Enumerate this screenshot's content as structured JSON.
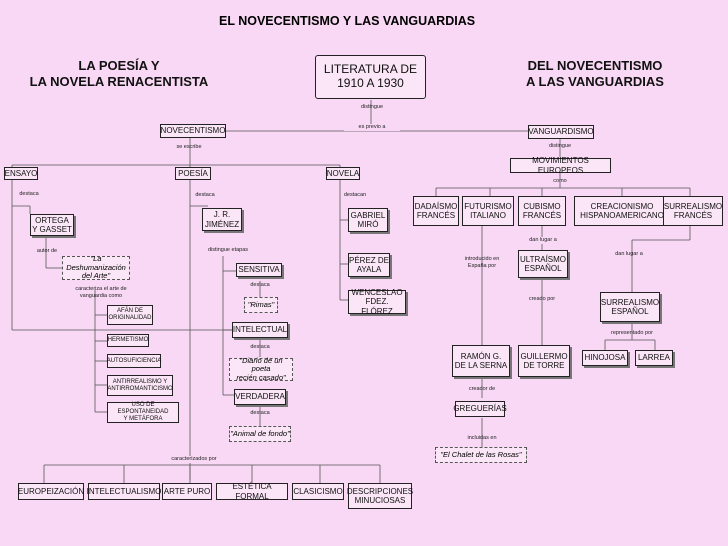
{
  "title": "EL NOVECENTISMO Y LAS VANGUARDIAS",
  "headings": {
    "left": "LA POESÍA Y\nLA NOVELA RENACENTISTA",
    "center": "LITERATURA DE\n1910 A 1930",
    "right": "DEL NOVECENTISMO\nA  LAS VANGUARDIAS"
  },
  "labels": {
    "distingue_top": "distingue",
    "es_previo": "es previo a",
    "se_escribe": "se escribe",
    "distingue_vang": "distingue",
    "como": "como",
    "destaca_ensayo": "destaca",
    "destaca_poesia": "destaca",
    "destacan_novela": "destacan",
    "autor_de": "autor de",
    "distingue_etapas": "distingue etapas",
    "destaca_sensitiva": "destaca",
    "caracteriza": "caracteriza el arte de\nvanguardia como",
    "destaca_intelectual": "destaca",
    "destaca_verdadera": "destaca",
    "dan_lugar_1": "dan lugar a",
    "introducido": "introducido en\nEspaña por",
    "creado_por": "creado por",
    "dan_lugar_2": "dan lugar a",
    "representado": "representado por",
    "creador_de": "creador de",
    "incluidas_en": "incluidas en",
    "caracterizados": "caracterizados por"
  },
  "nodes": {
    "novecentismo": "NOVECENTISMO",
    "vanguardismo": "VANGUARDISMO",
    "ensayo": "ENSAYO",
    "poesia": "POESÍA",
    "novela": "NOVELA",
    "movimientos": "MOVIMIENTOS EUROPEOS",
    "ortega": "ORTEGA\nY GASSET",
    "jrjimenez": "J. R.\nJIMÉNEZ",
    "miro": "GABRIEL\nMIRÓ",
    "perez_ayala": "PÉREZ DE\nAYALA",
    "wenceslao": "WENCESLAO\nFDEZ. FLÓREZ",
    "deshumanizacion": "\"La Deshumanización\ndel Arte\"",
    "sensitiva": "SENSITIVA",
    "rimas": "\"Rimas\"",
    "intelectual": "INTELECTUAL",
    "diario": "\"Diario  de  un poeta\nrecién casado\"",
    "verdadera": "VERDADERA",
    "animal": "\"Animal de fondo\"",
    "afan": "AFÁN DE\nORIGINALIDAD",
    "hermetismo": "HERMETISMO",
    "autosuficiencia": "AUTOSUFICIENCIA",
    "antirrealismo": "ANTIRREALISMO Y\nANTIRROMANTICISMO",
    "espontaneidad": "USO DE ESPONTANEIDAD\nY METÁFORA",
    "dadaismo": "DADAÍSMO\nFRANCÉS",
    "futurismo": "FUTURISMO\nITALIANO",
    "cubismo": "CUBISMO\nFRANCÉS",
    "creacionismo": "CREACIONISMO\nHISPANOAMERICANO",
    "surrealismo_fr": "SURREALISMO\nFRANCÉS",
    "ultraismo": "ULTRAÍSMO\nESPAÑOL",
    "surrealismo_es": "SURREALISMO\nESPAÑOL",
    "ramon": "RAMÓN G.\nDE LA SERNA",
    "guillermo": "GUILLERMO\nDE TORRE",
    "hinojosa": "HINOJOSA",
    "larrea": "LARREA",
    "greguerias": "GREGUERÍAS",
    "chalet": "\"El Chalet de las Rosas\"",
    "europeizacion": "EUROPEIZACIÓN",
    "intelectualismo": "INTELECTUALISMO",
    "arte_puro": "ARTE PURO",
    "estetica": "ESTÉTICA FORMAL",
    "clasicismo": "CLASICISMO",
    "descripciones": "DESCRIPCIONES\nMINUCIOSAS"
  }
}
